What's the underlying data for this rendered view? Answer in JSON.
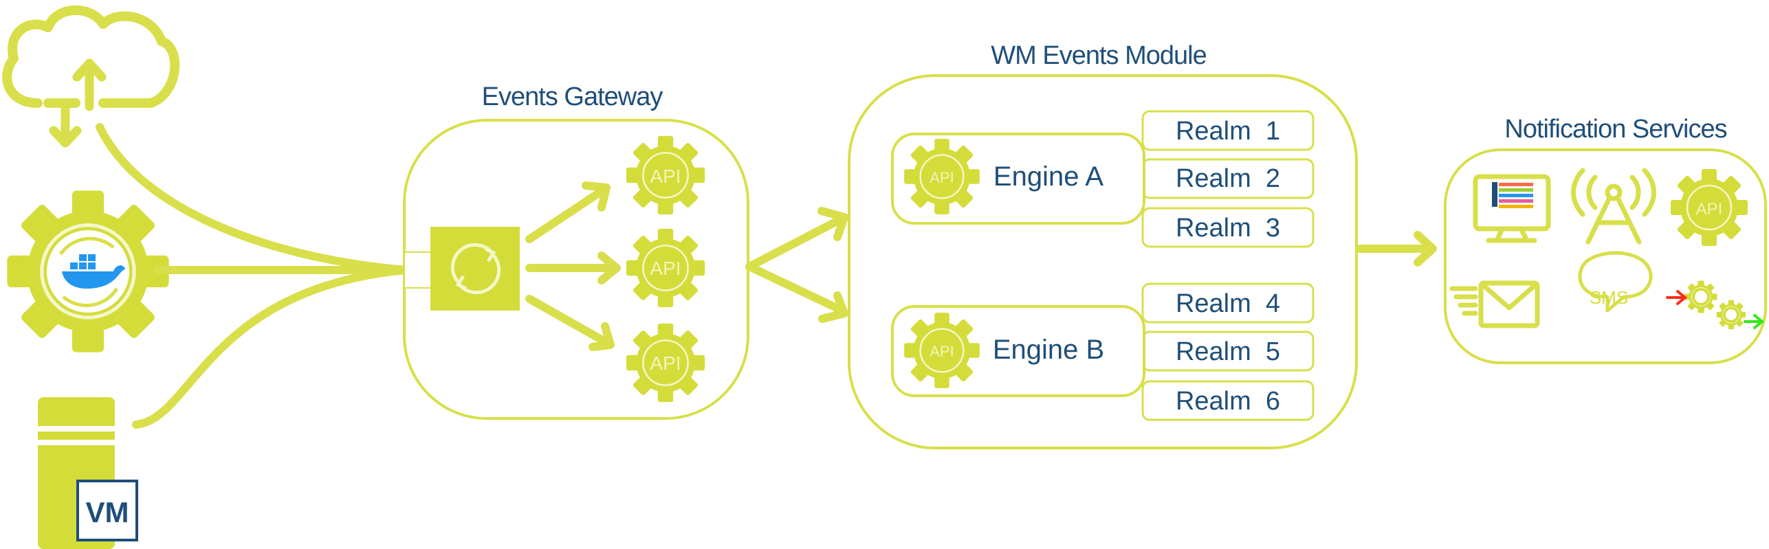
{
  "sections": {
    "gateway": {
      "title": "Events Gateway",
      "api_labels": [
        "API",
        "API",
        "API"
      ]
    },
    "module": {
      "title": "WM Events Module",
      "engines": [
        {
          "label": "Engine A",
          "api_label": "API",
          "realms": [
            "Realm  1",
            "Realm  2",
            "Realm  3"
          ]
        },
        {
          "label": "Engine B",
          "api_label": "API",
          "realms": [
            "Realm  4",
            "Realm  5",
            "Realm  6"
          ]
        }
      ]
    },
    "notifications": {
      "title": "Notification Services",
      "api_label": "API",
      "sms_label": "SMS"
    }
  },
  "sources": {
    "vm_label": "VM"
  },
  "colors": {
    "accent": "#d4dc3a",
    "accent_stroke": "#d8df4a",
    "text": "#1f4e79",
    "docker": "#2396ed",
    "arrow_in": "#ff2a1a",
    "arrow_out": "#33e81a"
  },
  "icons": [
    "cloud-sync-icon",
    "docker-gear-icon",
    "vm-server-icon",
    "sync-icon",
    "api-gear-icon",
    "monitor-icon",
    "antenna-icon",
    "mail-icon",
    "sms-bubble-icon",
    "gears-flow-icon"
  ]
}
